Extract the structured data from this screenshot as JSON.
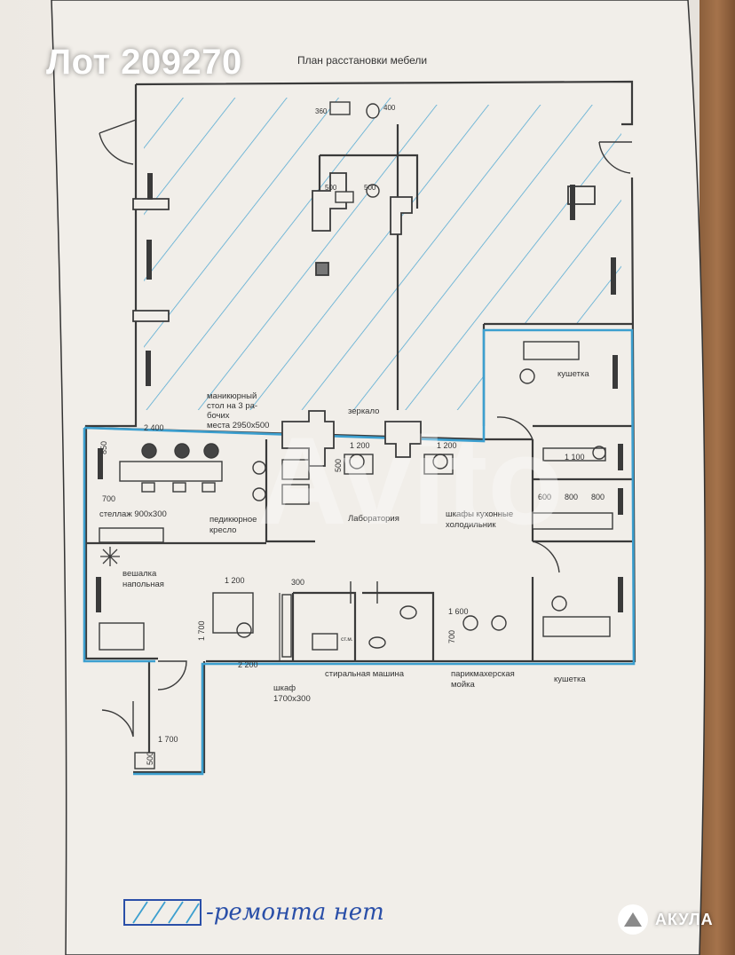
{
  "lot_label": "Лот 209270",
  "plan": {
    "title": "План расстановки мебели",
    "labels": {
      "manicure": [
        "маникюрный",
        "стол на 3 ра-",
        "бочих",
        "места 2950х500"
      ],
      "mirror": "зеркало",
      "couch_top": "кушетка",
      "shelving": "стеллаж 900х300",
      "pedicure": [
        "педикюрное",
        "кресло"
      ],
      "laboratory": "Лаборатория",
      "kitchen_cabinets": [
        "шкафы кухонные",
        "холодильник"
      ],
      "hanger": [
        "вешалка",
        "напольная"
      ],
      "washing_machine": "стиральная машина",
      "hair_sink": [
        "парикмахерская",
        "мойка"
      ],
      "couch_bottom": "кушетка",
      "wardrobe": [
        "шкаф",
        "1700х300"
      ],
      "washer_abbr": "ст.м."
    },
    "dimensions": {
      "d2400": "2 400",
      "d850": "850",
      "d700_left": "700",
      "d1200_a": "1 200",
      "d500_a": "500",
      "d1200_b": "1 200",
      "d1100": "1 100",
      "d600": "600",
      "d800_a": "800",
      "d800_b": "800",
      "d1200_c": "1 200",
      "d300": "300",
      "d1700_v": "1 700",
      "d1600": "1 600",
      "d700_sink": "700",
      "d2200": "2 200",
      "d1700_h": "1 700",
      "d500_b": "500",
      "d500_c": "500",
      "d500_d": "500",
      "d360": "360",
      "d400": "400"
    }
  },
  "legend": {
    "text": "-ремонта нет"
  },
  "watermark": "Avito",
  "brand": {
    "name": "АКУЛА"
  },
  "colors": {
    "ink": "#3a3a3a",
    "blue_pen": "#3c9fcf",
    "paper": "#f1eee9"
  }
}
